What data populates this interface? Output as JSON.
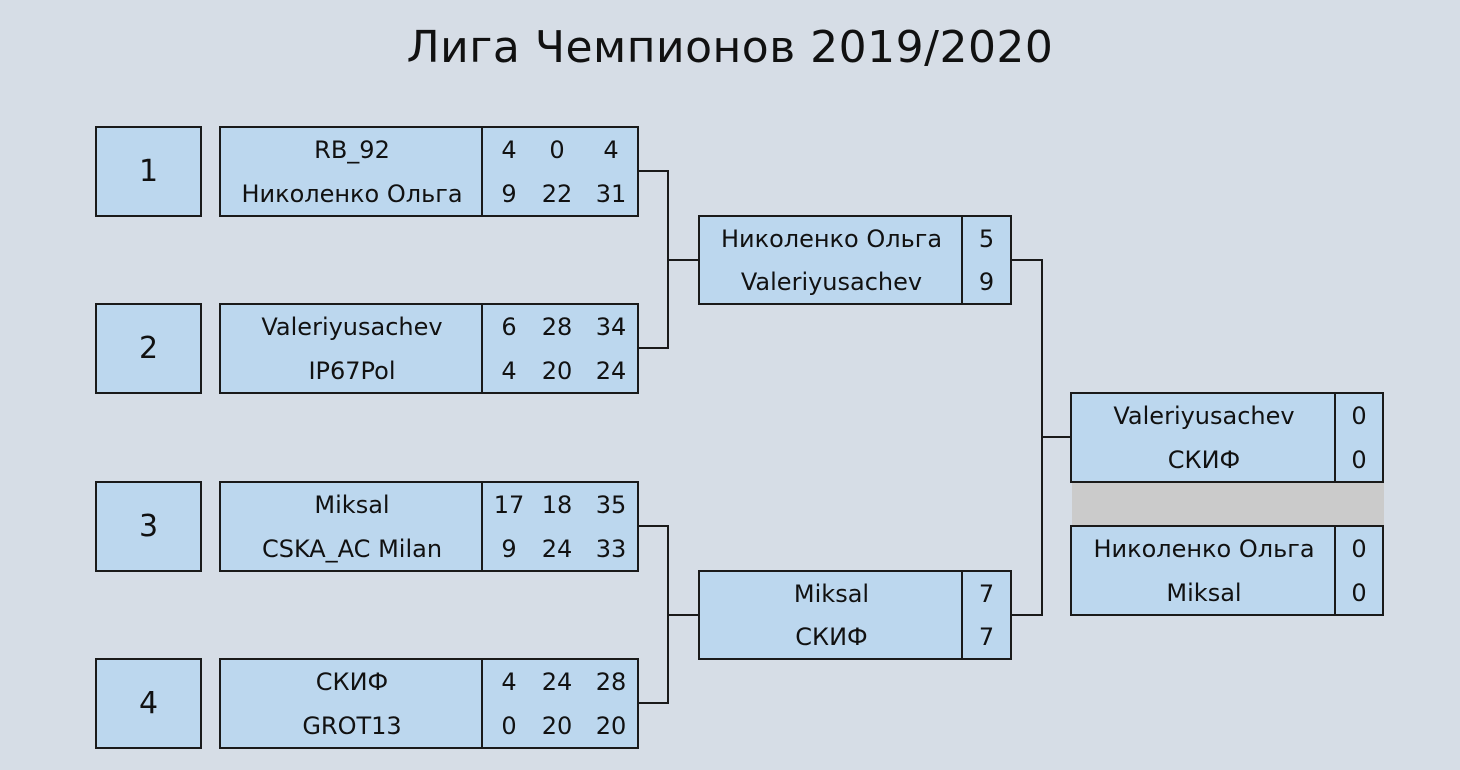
{
  "title": "Лига Чемпионов 2019/2020",
  "seeds": [
    "1",
    "2",
    "3",
    "4"
  ],
  "round1": [
    {
      "team1": "RB_92",
      "team1_scores": [
        "4",
        "0",
        "4"
      ],
      "team2": "Николенко Ольга",
      "team2_scores": [
        "9",
        "22",
        "31"
      ]
    },
    {
      "team1": "Valeriyusachev",
      "team1_scores": [
        "6",
        "28",
        "34"
      ],
      "team2": "IP67Pol",
      "team2_scores": [
        "4",
        "20",
        "24"
      ]
    },
    {
      "team1": "Miksal",
      "team1_scores": [
        "17",
        "18",
        "35"
      ],
      "team2": "CSKA_AC Milan",
      "team2_scores": [
        "9",
        "24",
        "33"
      ]
    },
    {
      "team1": "СКИФ",
      "team1_scores": [
        "4",
        "24",
        "28"
      ],
      "team2": "GROT13",
      "team2_scores": [
        "0",
        "20",
        "20"
      ]
    }
  ],
  "semis": [
    {
      "team1": "Николенко Ольга",
      "score1": "5",
      "team2": "Valeriyusachev",
      "score2": "9"
    },
    {
      "team1": "Miksal",
      "score1": "7",
      "team2": "СКИФ",
      "score2": "7"
    }
  ],
  "final": {
    "team1": "Valeriyusachev",
    "score1": "0",
    "team2": "СКИФ",
    "score2": "0"
  },
  "third_place": {
    "team1": "Николенко Ольга",
    "score1": "0",
    "team2": "Miksal",
    "score2": "0"
  },
  "colors": {
    "background": "#d6dde6",
    "box_fill": "#bcd7ee",
    "border": "#1a1a1a"
  }
}
